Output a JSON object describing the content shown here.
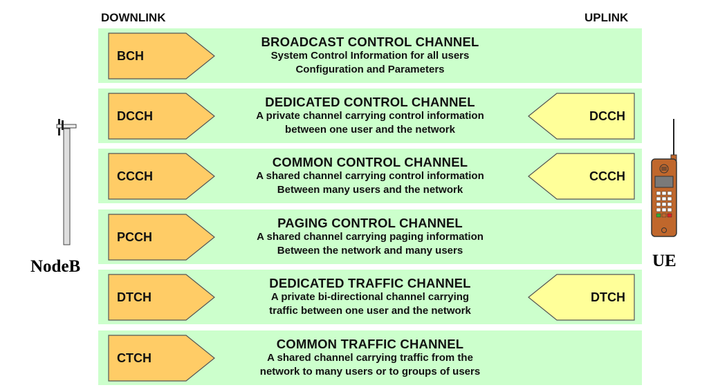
{
  "headers": {
    "downlink": "DOWNLINK",
    "uplink": "UPLINK"
  },
  "left_label": "NodeB",
  "right_label": "UE",
  "channels": [
    {
      "title": "BROADCAST CONTROL CHANNEL",
      "desc": [
        "System Control Information for all users",
        "Configuration and Parameters"
      ],
      "down": "BCH",
      "up": null
    },
    {
      "title": "DEDICATED CONTROL CHANNEL",
      "desc": [
        "A private channel carrying control information",
        "between one user and the network"
      ],
      "down": "DCCH",
      "up": "DCCH"
    },
    {
      "title": "COMMON CONTROL CHANNEL",
      "desc": [
        "A shared channel carrying control information",
        "Between many users and the network"
      ],
      "down": "CCCH",
      "up": "CCCH"
    },
    {
      "title": "PAGING CONTROL CHANNEL",
      "desc": [
        "A shared channel carrying paging information",
        "Between the network and many users"
      ],
      "down": "PCCH",
      "up": null
    },
    {
      "title": "DEDICATED TRAFFIC CHANNEL",
      "desc": [
        "A private bi-directional channel carrying",
        "traffic between one user and the network"
      ],
      "down": "DTCH",
      "up": "DTCH"
    },
    {
      "title": "COMMON TRAFFIC CHANNEL",
      "desc": [
        "A shared channel carrying traffic from the",
        "network to many users or to groups of users"
      ],
      "down": "CTCH",
      "up": null
    }
  ],
  "colors": {
    "band": "#ccffcc",
    "downlink_arrow": "#ffcc66",
    "uplink_arrow": "#ffff99",
    "phone_body": "#c0672c"
  },
  "icons": {
    "left": "base-station-tower-icon",
    "right": "mobile-phone-icon"
  }
}
